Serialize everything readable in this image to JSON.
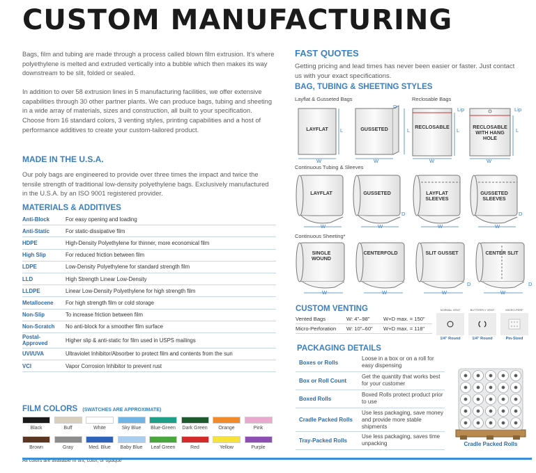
{
  "title": "CUSTOM MANUFACTURING",
  "intro_p1": "Bags, film and tubing are made through a process called blown film extrusion. It's where polyethylene is melted and extruded vertically into a bubble which then makes its way downstream to be slit, folded or sealed.",
  "intro_p2": "In addition to over 58 extrusion lines in 5 manufacturing facilities, we offer extensive capabilities through 30 other partner plants. We can produce bags, tubing and sheeting in a wide array of materials, sizes and construction, all built to your specification. Choose from 16 standard colors, 3 venting styles, printing capabilities and a host of performance additives to create your custom-tailored product.",
  "usa_heading": "MADE IN THE U.S.A.",
  "usa_text": "Our poly bags are engineered to provide over three times the impact and twice the tensile strength of traditional low-density polyethylene bags. Exclusively manufactured in the U.S.A. by an ISO 9001 registered provider.",
  "materials_heading": "MATERIALS & ADDITIVES",
  "materials": [
    {
      "name": "Anti-Block",
      "desc": "For easy opening and loading"
    },
    {
      "name": "Anti-Static",
      "desc": "For static-dissipative film"
    },
    {
      "name": "HDPE",
      "desc": "High-Density Polyethylene for thinner, more economical film"
    },
    {
      "name": "High Slip",
      "desc": "For reduced friction between film"
    },
    {
      "name": "LDPE",
      "desc": "Low-Density Polyethylene for standard strength film"
    },
    {
      "name": "LLD",
      "desc": "High Strength Linear Low-Density"
    },
    {
      "name": "LLDPE",
      "desc": "Linear Low-Density Polyethylene for high strength film"
    },
    {
      "name": "Metallocene",
      "desc": "For high strength film or cold storage"
    },
    {
      "name": "Non-Slip",
      "desc": "To increase friction between film"
    },
    {
      "name": "Non-Scratch",
      "desc": "No anti-block for a smoother film surface"
    },
    {
      "name": "Postal-Approved",
      "desc": "Higher slip & anti-static for film used in USPS mailings"
    },
    {
      "name": "UVI/UVA",
      "desc": "Ultraviolet Inhibitor/Absorber to protect film and contents from the sun"
    },
    {
      "name": "VCI",
      "desc": "Vapor Corrosion Inhibitor to prevent rust"
    }
  ],
  "film_colors_heading": "FILM COLORS",
  "film_colors_note": "(SWATCHES ARE APPROXIMATE)",
  "colors_row1": [
    {
      "name": "Black",
      "hex": "#1a1a1a"
    },
    {
      "name": "Buff",
      "hex": "#d9cfbd"
    },
    {
      "name": "White",
      "hex": "#ffffff"
    },
    {
      "name": "Sky Blue",
      "hex": "#6fb4e4"
    },
    {
      "name": "Blue-Green",
      "hex": "#1f9e8a"
    },
    {
      "name": "Dark Green",
      "hex": "#1d5a2e"
    },
    {
      "name": "Orange",
      "hex": "#f08a2a"
    },
    {
      "name": "Pink",
      "hex": "#e9a9cf"
    }
  ],
  "colors_row2": [
    {
      "name": "Brown",
      "hex": "#5a3522"
    },
    {
      "name": "Gray",
      "hex": "#8c8c8c"
    },
    {
      "name": "Med. Blue",
      "hex": "#2d63b8"
    },
    {
      "name": "Baby Blue",
      "hex": "#a9cdee"
    },
    {
      "name": "Leaf Green",
      "hex": "#49a63d"
    },
    {
      "name": "Red",
      "hex": "#d32b2b"
    },
    {
      "name": "Yellow",
      "hex": "#f5e23a"
    },
    {
      "name": "Purple",
      "hex": "#8a4fb0"
    }
  ],
  "colors_footnote": "All colors are available in tint, color, or opaque",
  "fast_quotes_heading": "FAST QUOTES",
  "fast_quotes_text": "Getting pricing and lead times has never been easier or faster. Just contact us with your exact specifications.",
  "styles_heading": "BAG, TUBING & SHEETING STYLES",
  "styles": {
    "layflat_gusseted": "Layflat & Gusseted Bags",
    "reclosable": "Reclosable Bags",
    "continuous_tubing": "Continuous Tubing & Sleeves",
    "continuous_sheeting": "Continuous Sheeting*",
    "bags": [
      "LAYFLAT",
      "GUSSETED",
      "RECLOSABLE",
      "RECLOSABLE WITH HANG HOLE"
    ],
    "tubing": [
      "LAYFLAT",
      "GUSSETED",
      "LAYFLAT SLEEVES",
      "GUSSETED SLEEVES"
    ],
    "sheeting": [
      "SINGLE WOUND",
      "CENTERFOLD",
      "SLIT GUSSET",
      "CENTER SLIT"
    ],
    "dim_w": "W",
    "dim_l": "L",
    "dim_d": "D",
    "dim_lip": "Lip"
  },
  "venting_heading": "CUSTOM VENTING",
  "venting_rows": [
    {
      "name": "Vented Bags",
      "w": "W: 4\"–98\"",
      "wd": "W+D max. = 150\""
    },
    {
      "name": "Micro-Perforation",
      "w": "W: 10\"–60\"",
      "wd": "W+D max. = 118\""
    }
  ],
  "vent_icons": [
    {
      "head": "NORMAL VENT",
      "label": "1/4\" Round"
    },
    {
      "head": "BUTTERFLY VENT",
      "label": "1/4\" Round"
    },
    {
      "head": "MICRO-PERF",
      "label": "Pin-Sized"
    }
  ],
  "packaging_heading": "PACKAGING DETAILS",
  "packaging": [
    {
      "name": "Boxes or Rolls",
      "desc": "Loose in a box or on a roll for easy dispensing"
    },
    {
      "name": "Box or Roll Count",
      "desc": "Get the quantity that works best for your customer"
    },
    {
      "name": "Boxed Rolls",
      "desc": "Boxed Rolls protect product prior to use"
    },
    {
      "name": "Cradle Packed Rolls",
      "desc": "Use less packaging, save money and provide more stable shipments"
    },
    {
      "name": "Tray-Packed Rolls",
      "desc": "Use less packaging, saves time unpacking"
    }
  ],
  "photo_caption": "Cradle Packed Rolls",
  "colors": {
    "accent": "#3a7fc0",
    "rule": "#3a8fd6"
  }
}
